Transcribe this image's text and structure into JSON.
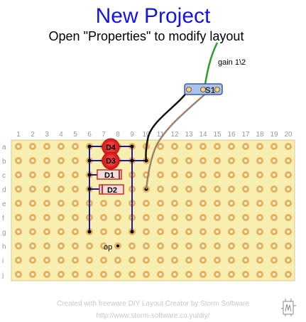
{
  "header": {
    "title": "New Project",
    "subtitle": "Open \"Properties\" to modify layout"
  },
  "board": {
    "columns": [
      "1",
      "2",
      "3",
      "4",
      "5",
      "6",
      "7",
      "8",
      "9",
      "10",
      "11",
      "12",
      "13",
      "14",
      "15",
      "16",
      "17",
      "18",
      "19",
      "20"
    ],
    "rows": [
      "a",
      "b",
      "c",
      "d",
      "e",
      "f",
      "g",
      "h",
      "i",
      "j"
    ],
    "board_color": "#f7eeb0",
    "pad_color": "#e6b15a"
  },
  "components": {
    "switch_label": "S1",
    "switch_note": "gain 1\\2",
    "leds": [
      "D4",
      "D3"
    ],
    "diodes": [
      "D1",
      "D2"
    ],
    "op_label": "op"
  },
  "colors": {
    "title": "#1414e6",
    "led_red": "#e02020",
    "wire_green": "#2aa02a",
    "wire_black": "#111111",
    "wire_tan": "#a0826a",
    "switch_fill": "#a9c3ee"
  },
  "footer": {
    "credit": "Created with freeware DIY Layout Creator by Storm Software",
    "url": "http://www.storm-software.co.yu/diy/"
  }
}
